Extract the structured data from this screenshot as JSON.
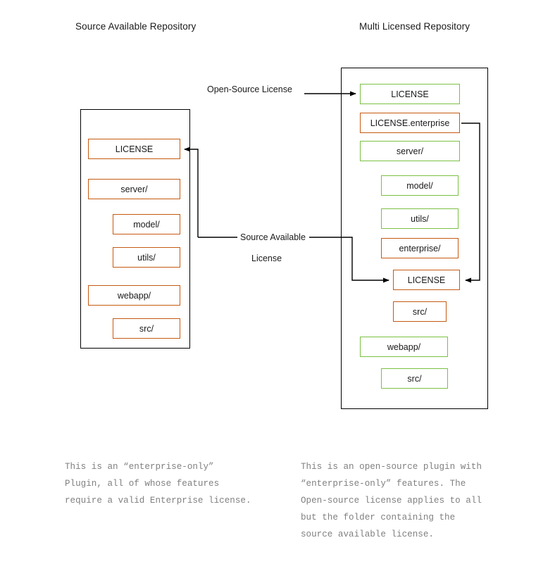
{
  "colors": {
    "enterprise": "#c55a11",
    "open_source": "#7bc043",
    "frame": "#000000",
    "caption_text": "#808080"
  },
  "left_repo": {
    "title": "Source Available Repository",
    "items": [
      {
        "label": "LICENSE",
        "color": "enterprise",
        "indent": 0
      },
      {
        "label": "server/",
        "color": "enterprise",
        "indent": 0
      },
      {
        "label": "model/",
        "color": "enterprise",
        "indent": 1
      },
      {
        "label": "utils/",
        "color": "enterprise",
        "indent": 1
      },
      {
        "label": "webapp/",
        "color": "enterprise",
        "indent": 0
      },
      {
        "label": "src/",
        "color": "enterprise",
        "indent": 1
      }
    ],
    "caption": "This is an “enterprise-only”\nPlugin, all of whose features\nrequire a valid Enterprise license."
  },
  "right_repo": {
    "title": "Multi Licensed Repository",
    "items": [
      {
        "label": "LICENSE",
        "color": "open_source",
        "indent": 0
      },
      {
        "label": "LICENSE.enterprise",
        "color": "enterprise",
        "indent": 0
      },
      {
        "label": "server/",
        "color": "open_source",
        "indent": 0
      },
      {
        "label": "model/",
        "color": "open_source",
        "indent": 1
      },
      {
        "label": "utils/",
        "color": "open_source",
        "indent": 1
      },
      {
        "label": "enterprise/",
        "color": "enterprise",
        "indent": 1
      },
      {
        "label": "LICENSE",
        "color": "enterprise",
        "indent": 2
      },
      {
        "label": "src/",
        "color": "enterprise",
        "indent": 2
      },
      {
        "label": "webapp/",
        "color": "open_source",
        "indent": 0
      },
      {
        "label": "src/",
        "color": "open_source",
        "indent": 1
      }
    ],
    "caption": "This is an open-source plugin with\n“enterprise-only” features. The\nOpen-source license applies to all\nbut the folder containing the\nsource available license."
  },
  "edges": {
    "open_source_license": "Open-Source License",
    "source_available_license_line1": "Source Available",
    "source_available_license_line2": "License"
  }
}
